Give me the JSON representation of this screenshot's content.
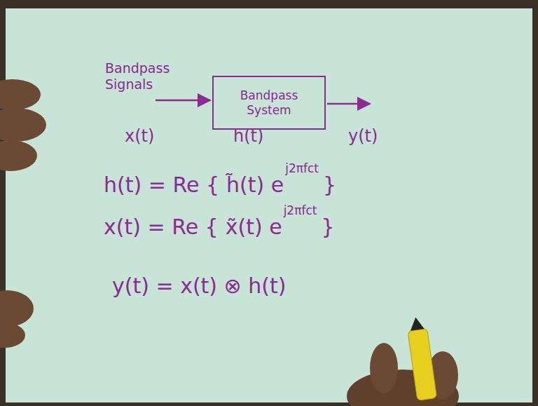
{
  "diagram": {
    "nodes": [
      {
        "text": [
          "Bandpass System"
        ]
      }
    ],
    "labels": [
      "Bandpass Signals",
      "x(t)",
      "h(t)",
      "y(t)",
      "h(t) = Re {",
      "h̃(t) e",
      "j2πfct",
      "}",
      "x(t) = Re {",
      "x̃(t) e",
      "j2πfct",
      "}",
      "y(t) = x(t) ⊗ h(t)"
    ]
  }
}
